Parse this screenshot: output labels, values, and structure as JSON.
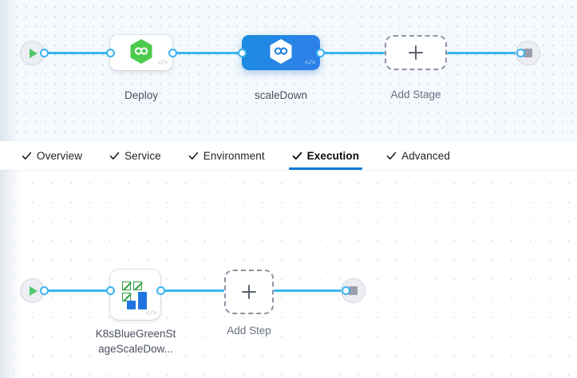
{
  "stage_canvas": {
    "start_node": {
      "icon": "play-icon"
    },
    "end_node": {
      "icon": "stop-icon"
    },
    "nodes": [
      {
        "id": "deploy",
        "label": "Deploy",
        "icon": "harness-hexagon-icon",
        "selected": false,
        "code_badge": "</>"
      },
      {
        "id": "scaledown",
        "label": "scaleDown",
        "icon": "harness-hexagon-icon",
        "selected": true,
        "code_badge": "</>"
      }
    ],
    "add_stage": {
      "label": "Add Stage",
      "icon": "plus-icon"
    }
  },
  "tabs": {
    "items": [
      {
        "id": "overview",
        "label": "Overview",
        "active": false,
        "checked": true
      },
      {
        "id": "service",
        "label": "Service",
        "active": false,
        "checked": true
      },
      {
        "id": "environment",
        "label": "Environment",
        "active": false,
        "checked": true
      },
      {
        "id": "execution",
        "label": "Execution",
        "active": true,
        "checked": true
      },
      {
        "id": "advanced",
        "label": "Advanced",
        "active": false,
        "checked": true
      }
    ],
    "active_id": "execution",
    "active_underline_color": "#0278d5"
  },
  "step_canvas": {
    "start_node": {
      "icon": "play-icon"
    },
    "end_node": {
      "icon": "stop-icon"
    },
    "steps": [
      {
        "id": "k8s-bluegreen-scaledown",
        "label_line1": "K8sBlueGreenSt",
        "label_line2": "ageScaleDow...",
        "icon": "kubernetes-squares-icon",
        "code_badge": "</>"
      }
    ],
    "add_step": {
      "label": "Add Step",
      "icon": "plus-icon"
    }
  },
  "colors": {
    "accent_blue": "#0278d5",
    "connector_blue": "#38b5f0",
    "selected_node_blue": "#2183e4",
    "harness_green": "#4ccb4c",
    "k8s_green": "#2f9e3f",
    "k8s_blue": "#1f74e0",
    "stage_canvas_bg": "#f3f9fc",
    "step_canvas_bg": "#ffffff"
  }
}
